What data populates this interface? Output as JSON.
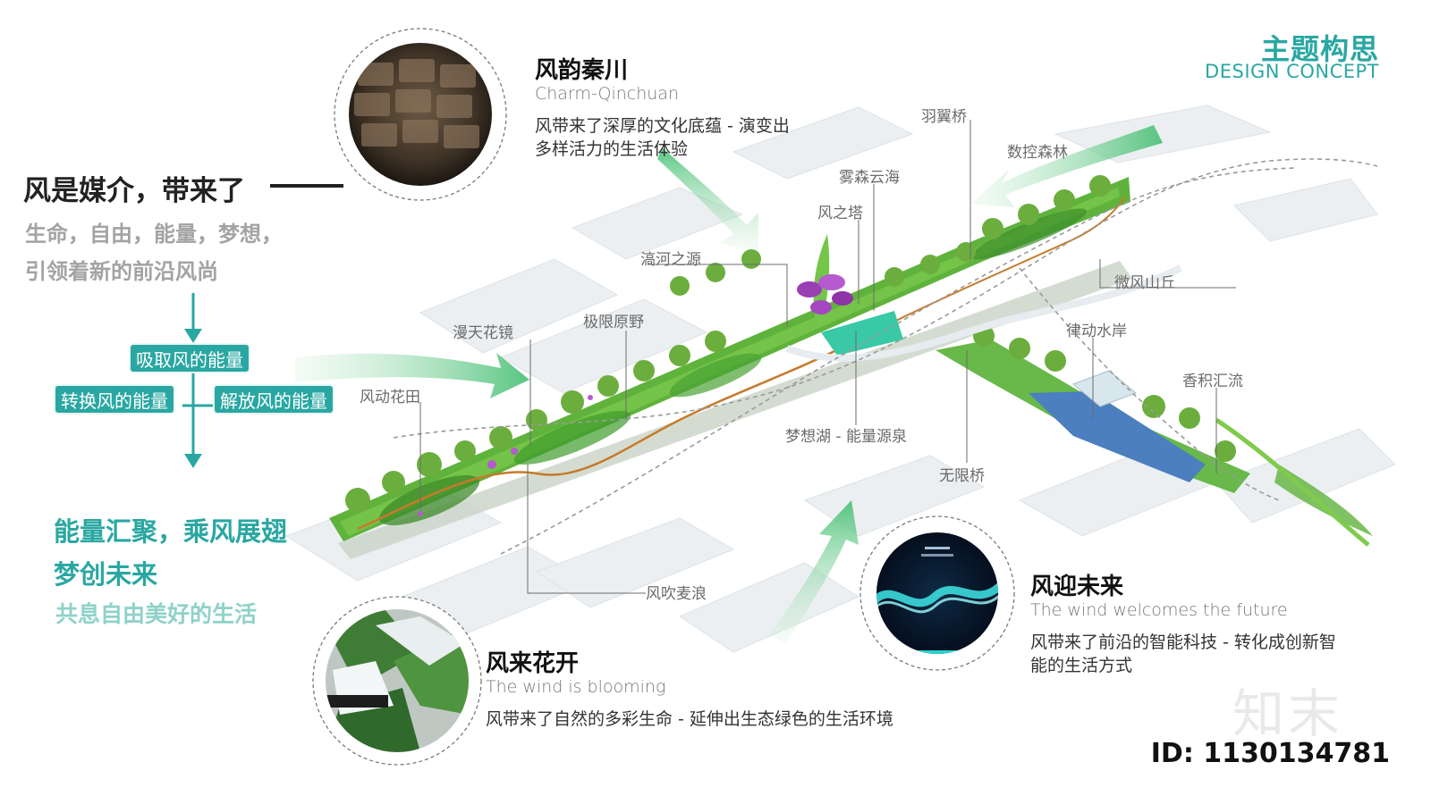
{
  "header": {
    "title": "主题构思",
    "subtitle": "DESIGN CONCEPT"
  },
  "intro": {
    "lead": "风是媒介，带来了",
    "line1": "生命，自由，能量，梦想，",
    "line2": "引领着新的前沿风尚"
  },
  "flow": {
    "top": "吸取风的能量",
    "left": "转换风的能量",
    "right": "解放风的能量"
  },
  "slogan": {
    "line1": "能量汇聚，乘风展翅",
    "line2": "梦创未来",
    "line3": "共息自由美好的生活"
  },
  "callouts": {
    "qinchuan": {
      "title": "风韵秦川",
      "en": "Charm-Qinchuan",
      "desc1": "风带来了深厚的文化底蕴 - 演变出",
      "desc2": "多样活力的生活体验"
    },
    "bloom": {
      "title": "风来花开",
      "en": "The wind is blooming",
      "desc": "风带来了自然的多彩生命 - 延伸出生态绿色的生活环境"
    },
    "future": {
      "title": "风迎未来",
      "en": "The wind welcomes the future",
      "desc1": "风带来了前沿的智能科技 - 转化成创新智",
      "desc2": "能的生活方式"
    }
  },
  "labels": {
    "yuyiqiao": "羽翼桥",
    "shukong": "数控森林",
    "wusen": "雾森云海",
    "fengzhita": "风之塔",
    "zaohe": "滈河之源",
    "weifeng": "微风山丘",
    "mantian": "漫天花镜",
    "jixian": "极限原野",
    "lvdong": "律动水岸",
    "xiangji": "香积汇流",
    "fengdong": "风动花田",
    "mengxiang": "梦想湖 - 能量源泉",
    "wuxian": "无限桥",
    "fengchui": "风吹麦浪"
  },
  "brand": {
    "watermark": "知末",
    "id": "ID: 1130134781"
  },
  "colors": {
    "accent": "#2aa7a2",
    "accent_light": "#8fd2c8",
    "green": "#5bb83a",
    "purple": "#9b3fb5"
  }
}
